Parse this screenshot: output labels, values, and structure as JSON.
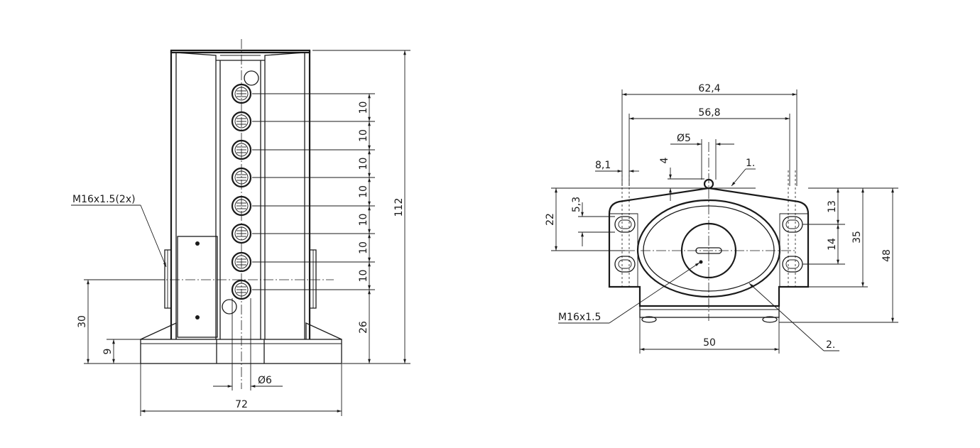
{
  "front_view": {
    "callout_thread": "M16x1.5(2x)",
    "dim_height_total": "112",
    "dim_port_height": "30",
    "dim_base_height": "9",
    "dim_bottom_port": "26",
    "dim_width": "72",
    "dim_hole_dia": "Ø6",
    "dim_pitch": "10"
  },
  "side_view": {
    "dim_width_outer": "62,4",
    "dim_width_inner": "56,8",
    "dim_pin_dia": "Ø5",
    "dim_pin_height": "4",
    "dim_slot_offset": "8,1",
    "dim_slot_pitch": "5,3",
    "dim_22": "22",
    "dim_13": "13",
    "dim_14": "14",
    "dim_35": "35",
    "dim_48": "48",
    "dim_base_width": "50",
    "callout_thread": "M16x1.5",
    "item_1": "1.",
    "item_2": "2."
  }
}
